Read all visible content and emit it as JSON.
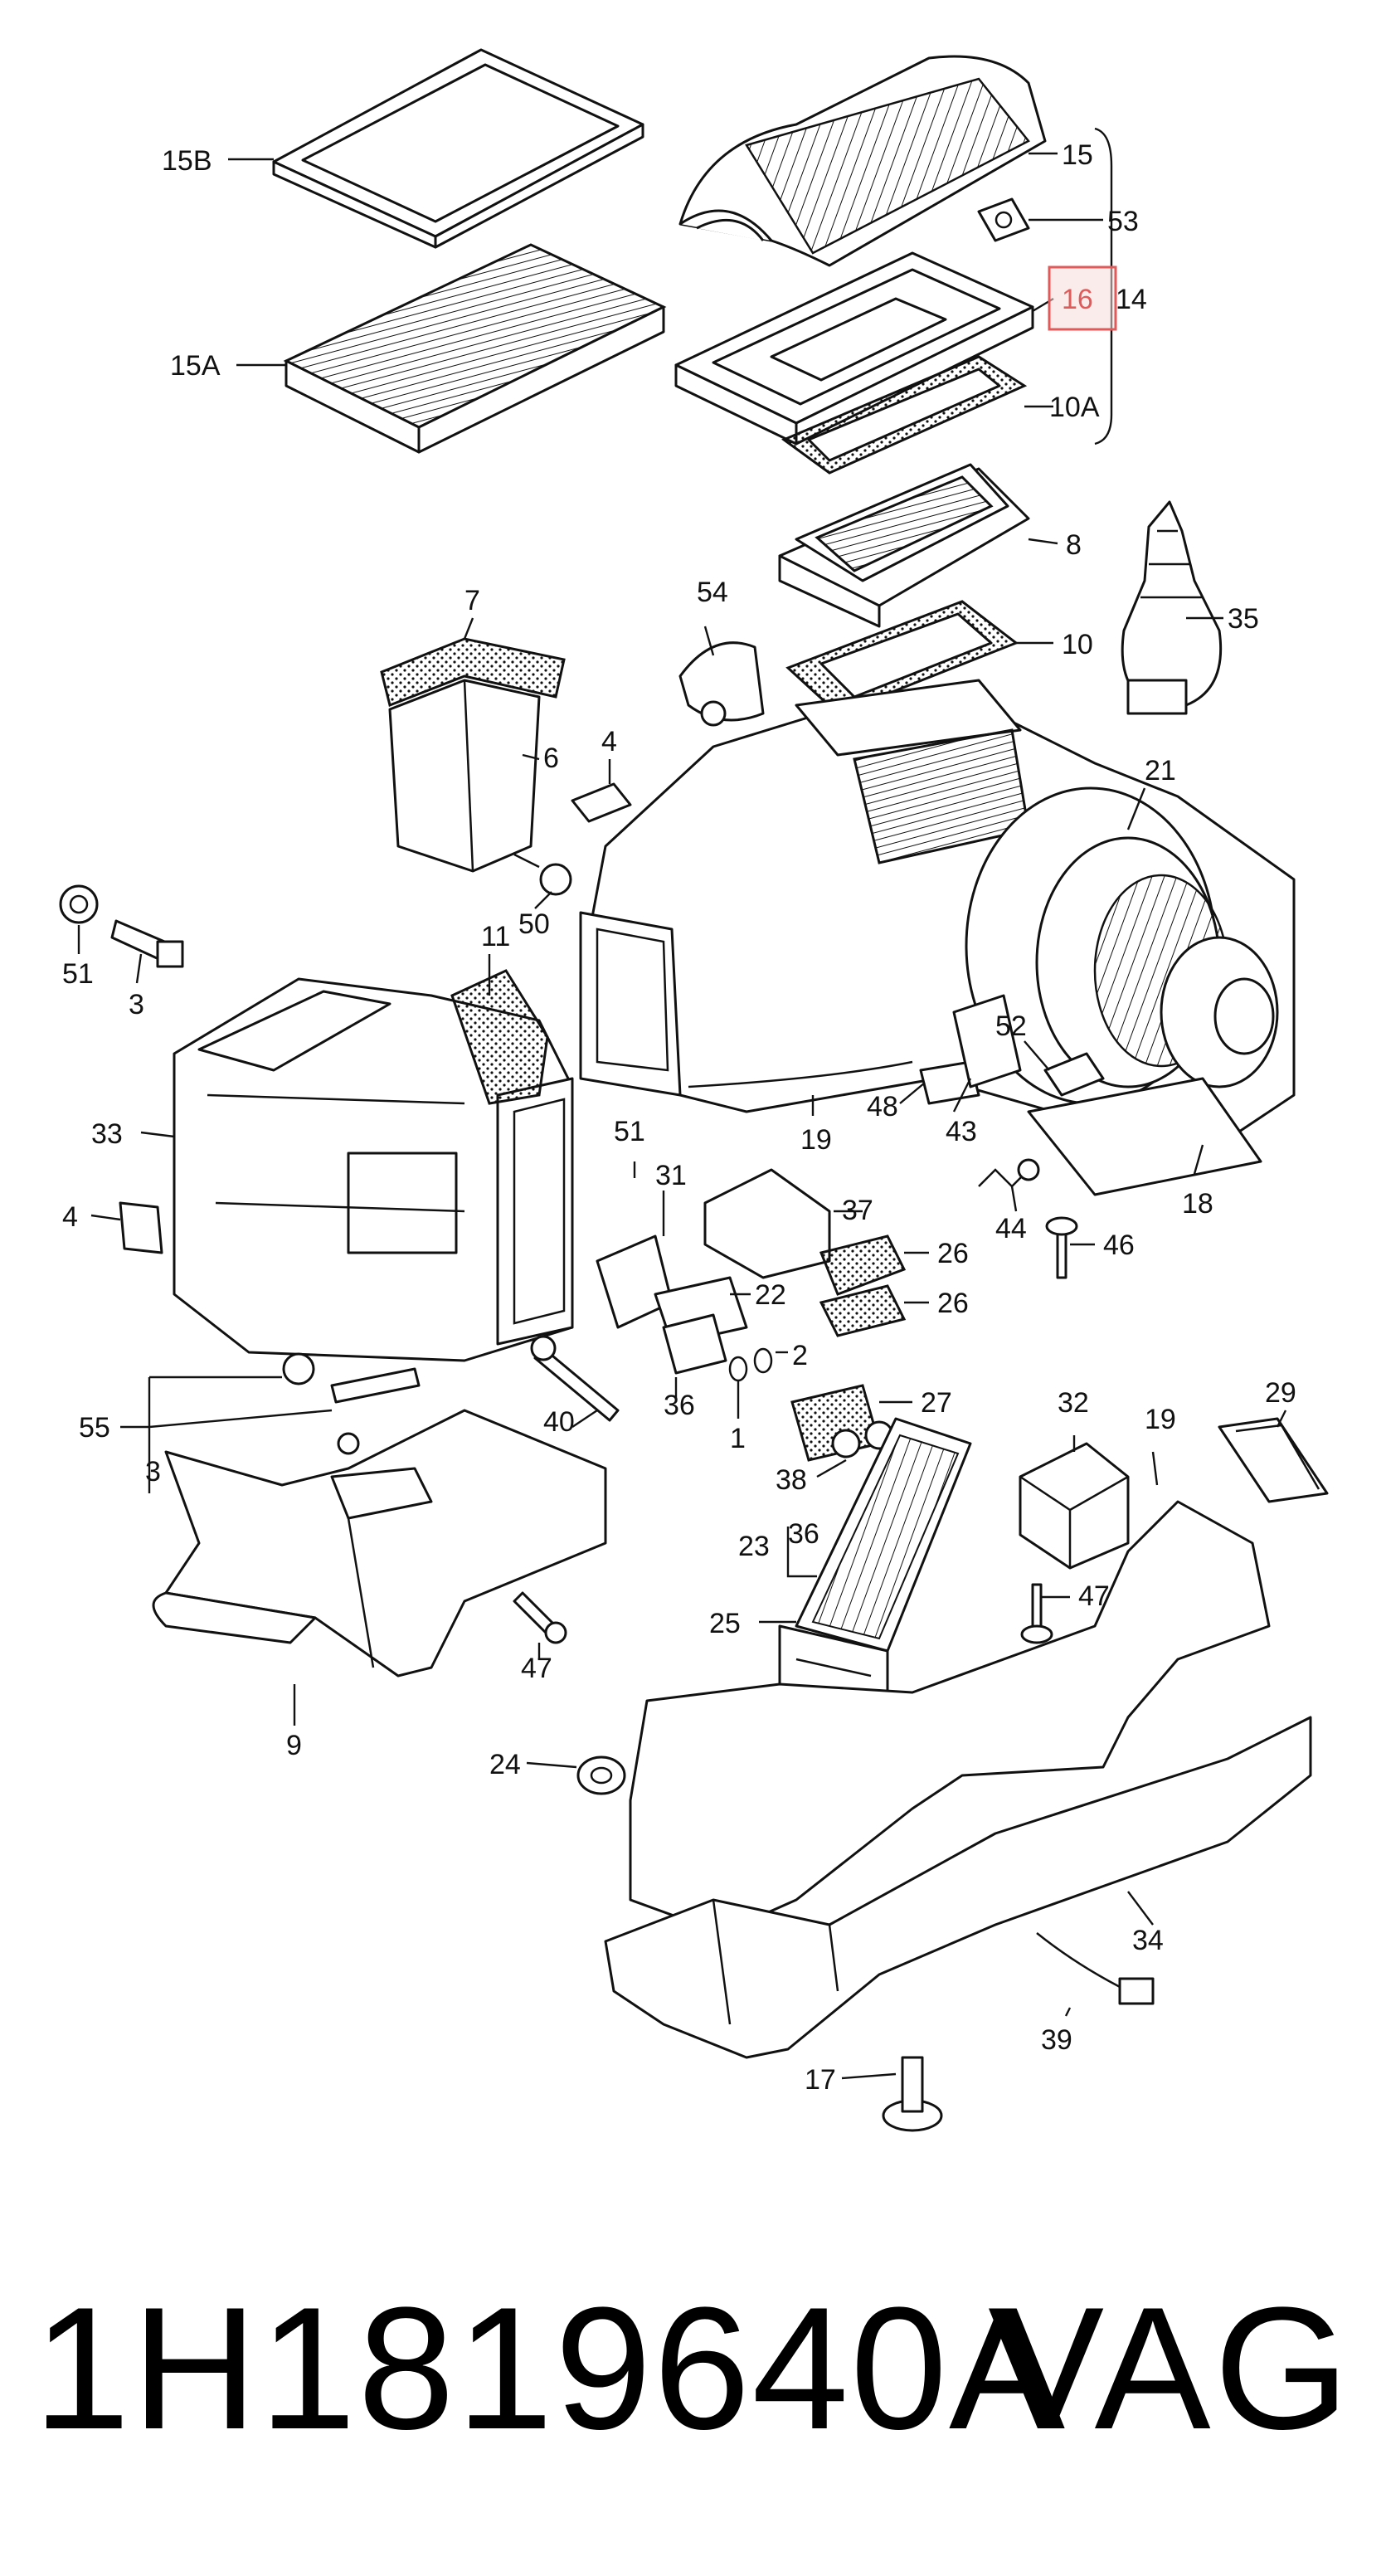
{
  "callouts": [
    {
      "id": "15B",
      "text": "15B"
    },
    {
      "id": "15A",
      "text": "15A"
    },
    {
      "id": "15",
      "text": "15"
    },
    {
      "id": "53a",
      "text": "53"
    },
    {
      "id": "16",
      "text": "16"
    },
    {
      "id": "14",
      "text": "14"
    },
    {
      "id": "10A",
      "text": "10A"
    },
    {
      "id": "8",
      "text": "8"
    },
    {
      "id": "35",
      "text": "35"
    },
    {
      "id": "7",
      "text": "7"
    },
    {
      "id": "54",
      "text": "54"
    },
    {
      "id": "10",
      "text": "10"
    },
    {
      "id": "6",
      "text": "6"
    },
    {
      "id": "4a",
      "text": "4"
    },
    {
      "id": "21",
      "text": "21"
    },
    {
      "id": "50",
      "text": "50"
    },
    {
      "id": "51a",
      "text": "51"
    },
    {
      "id": "3a",
      "text": "3"
    },
    {
      "id": "11",
      "text": "11"
    },
    {
      "id": "52",
      "text": "52"
    },
    {
      "id": "48",
      "text": "48"
    },
    {
      "id": "19a",
      "text": "19"
    },
    {
      "id": "43",
      "text": "43"
    },
    {
      "id": "33",
      "text": "33"
    },
    {
      "id": "51b",
      "text": "51"
    },
    {
      "id": "31",
      "text": "31"
    },
    {
      "id": "37",
      "text": "37"
    },
    {
      "id": "44",
      "text": "44"
    },
    {
      "id": "18",
      "text": "18"
    },
    {
      "id": "4b",
      "text": "4"
    },
    {
      "id": "46",
      "text": "46"
    },
    {
      "id": "26a",
      "text": "26"
    },
    {
      "id": "22",
      "text": "22"
    },
    {
      "id": "26b",
      "text": "26"
    },
    {
      "id": "2",
      "text": "2"
    },
    {
      "id": "29",
      "text": "29"
    },
    {
      "id": "55",
      "text": "55"
    },
    {
      "id": "40",
      "text": "40"
    },
    {
      "id": "36a",
      "text": "36"
    },
    {
      "id": "1",
      "text": "1"
    },
    {
      "id": "27",
      "text": "27"
    },
    {
      "id": "32",
      "text": "32"
    },
    {
      "id": "19b",
      "text": "19"
    },
    {
      "id": "3b",
      "text": "3"
    },
    {
      "id": "38",
      "text": "38"
    },
    {
      "id": "23",
      "text": "23"
    },
    {
      "id": "36b",
      "text": "36"
    },
    {
      "id": "47a",
      "text": "47"
    },
    {
      "id": "25",
      "text": "25"
    },
    {
      "id": "47b",
      "text": "47"
    },
    {
      "id": "9",
      "text": "9"
    },
    {
      "id": "24",
      "text": "24"
    },
    {
      "id": "34",
      "text": "34"
    },
    {
      "id": "39",
      "text": "39"
    },
    {
      "id": "17",
      "text": "17"
    }
  ],
  "highlight": {
    "callout": "16",
    "color": "#e05a5a"
  },
  "part_number": "1H1819640A",
  "brand": "VAG"
}
